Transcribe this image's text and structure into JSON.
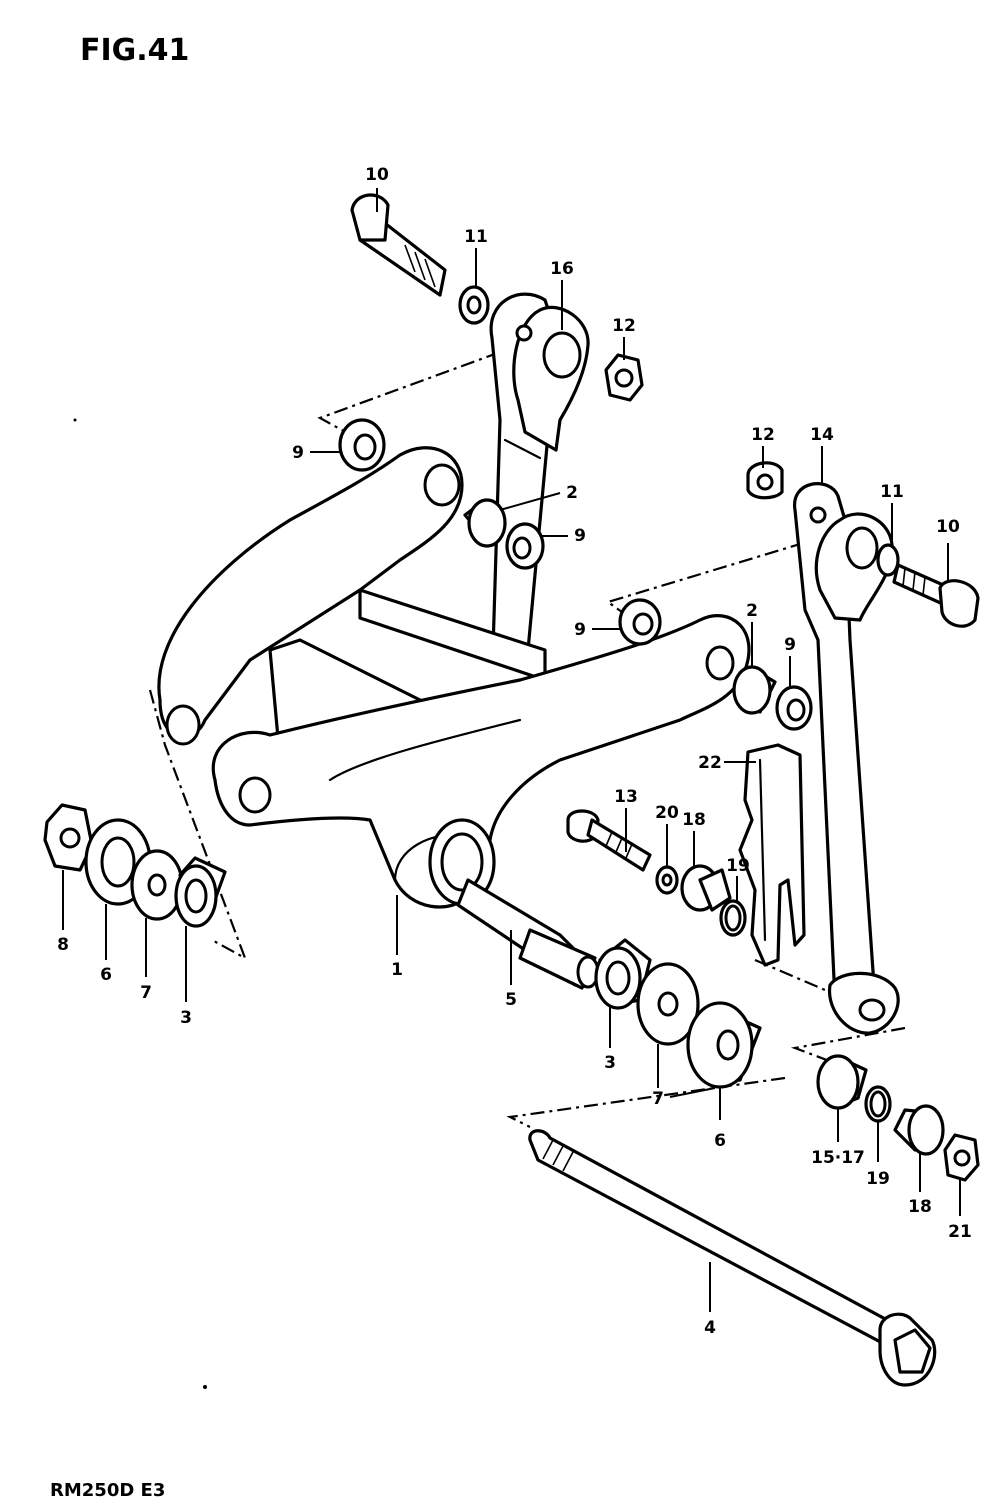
{
  "figure_title": "FIG.41",
  "model_code": "RM250D E3",
  "callouts": [
    {
      "id": "c10a",
      "text": "10"
    },
    {
      "id": "c11a",
      "text": "11"
    },
    {
      "id": "c16",
      "text": "16"
    },
    {
      "id": "c12a",
      "text": "12"
    },
    {
      "id": "c9a",
      "text": "9"
    },
    {
      "id": "c2a",
      "text": "2"
    },
    {
      "id": "c9b",
      "text": "9"
    },
    {
      "id": "c12b",
      "text": "12"
    },
    {
      "id": "c14",
      "text": "14"
    },
    {
      "id": "c11b",
      "text": "11"
    },
    {
      "id": "c10b",
      "text": "10"
    },
    {
      "id": "c9c",
      "text": "9"
    },
    {
      "id": "c2b",
      "text": "2"
    },
    {
      "id": "c9d",
      "text": "9"
    },
    {
      "id": "c22",
      "text": "22"
    },
    {
      "id": "c13",
      "text": "13"
    },
    {
      "id": "c20",
      "text": "20"
    },
    {
      "id": "c18a",
      "text": "18"
    },
    {
      "id": "c19a",
      "text": "19"
    },
    {
      "id": "c8",
      "text": "8"
    },
    {
      "id": "c6a",
      "text": "6"
    },
    {
      "id": "c7a",
      "text": "7"
    },
    {
      "id": "c3a",
      "text": "3"
    },
    {
      "id": "c1",
      "text": "1"
    },
    {
      "id": "c5",
      "text": "5"
    },
    {
      "id": "c3b",
      "text": "3"
    },
    {
      "id": "c7b",
      "text": "7"
    },
    {
      "id": "c6b",
      "text": "6"
    },
    {
      "id": "c1517",
      "text": "15·17"
    },
    {
      "id": "c19b",
      "text": "19"
    },
    {
      "id": "c18b",
      "text": "18"
    },
    {
      "id": "c21",
      "text": "21"
    },
    {
      "id": "c4",
      "text": "4"
    }
  ]
}
